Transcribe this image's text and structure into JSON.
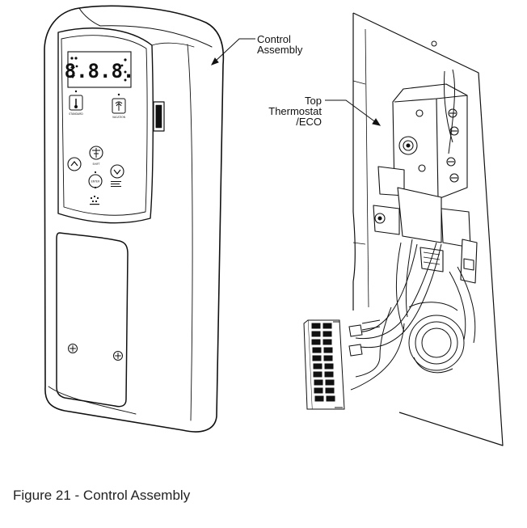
{
  "figure": {
    "callouts": {
      "control_assembly": [
        "Control",
        "Assembly"
      ],
      "top_thermostat_eco": [
        "Top",
        "Thermostat",
        "/ECO"
      ]
    },
    "panel": {
      "display_digits": "8.8.8.",
      "left_button_label": "STANDARD",
      "right_button_label": "VACATION",
      "middle_button_label": "SHIFT",
      "enter_button_label": "ENTER"
    },
    "caption": "Figure 21 - Control Assembly"
  }
}
